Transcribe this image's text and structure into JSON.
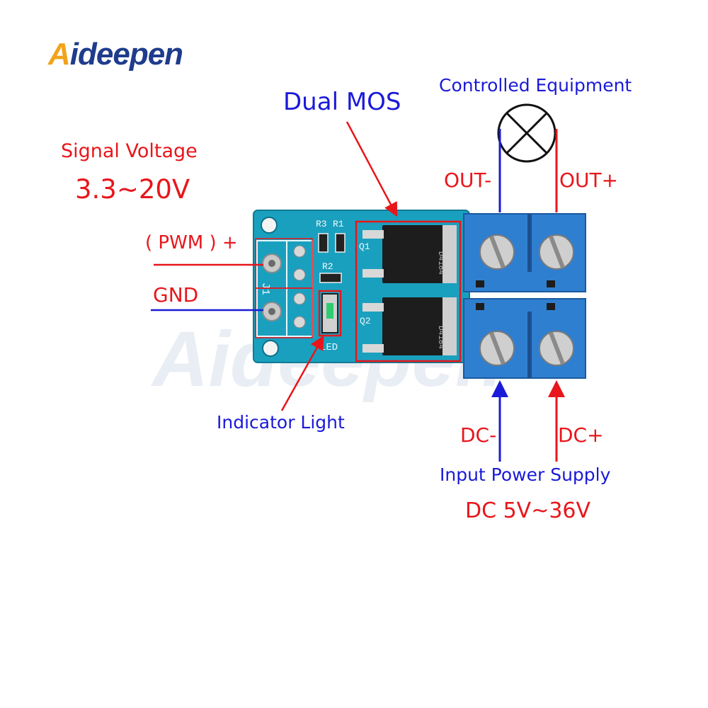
{
  "brand": {
    "logo_first": "A",
    "logo_rest": "ideepen"
  },
  "labels": {
    "signal_voltage_title": "Signal Voltage",
    "signal_voltage_range": "3.3~20V",
    "dual_mos": "Dual MOS",
    "controlled_equipment": "Controlled Equipment",
    "out_minus": "OUT-",
    "out_plus": "OUT+",
    "pwm": "( PWM ) +",
    "gnd": "GND",
    "indicator_light": "Indicator Light",
    "dc_minus": "DC-",
    "dc_plus": "DC+",
    "input_power_supply": "Input Power Supply",
    "input_voltage": "DC 5V~36V"
  },
  "board": {
    "silkscreen": {
      "r3": "R3",
      "r1": "R1",
      "r2": "R2",
      "q1": "Q1",
      "q2": "Q2",
      "j1": "J1",
      "led": "LED",
      "chip_q1": "D4184",
      "chip_q2": "D4184"
    }
  },
  "colors": {
    "label_red": "#e8161b",
    "label_blue": "#1a1ad8",
    "pcb": "#1aa0bf",
    "terminal": "#2f7fd0",
    "logo_accent": "#f2a31b",
    "logo_main": "#1f3c8c"
  }
}
